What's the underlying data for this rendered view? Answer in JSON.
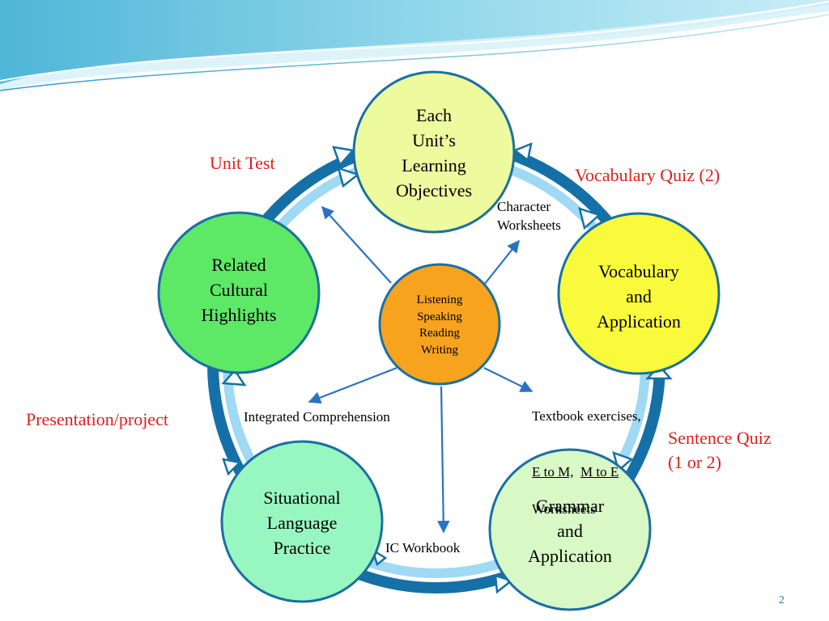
{
  "nodes": {
    "objectives": "Each\nUnit’s\nLearning\nObjectives",
    "vocabulary": "Vocabulary\nand\nApplication",
    "grammar": "Grammar\nand\nApplication",
    "situational": "Situational\nLanguage\nPractice",
    "cultural": "Related\nCultural\nHighlights",
    "center": "Listening\nSpeaking\nReading\nWriting"
  },
  "assessments": {
    "unit_test": "Unit Test",
    "vocabulary_quiz": "Vocabulary Quiz (2)",
    "sentence_quiz": "Sentence Quiz\n(1 or 2)",
    "presentation": "Presentation/project"
  },
  "activities": {
    "character": "Character\nWorksheets",
    "textbook_line1": "Textbook exercises,",
    "textbook_em": "E to M,",
    "textbook_me": "M to E",
    "textbook_line3": "Worksheets",
    "integrated": "Integrated Comprehension",
    "ic_workbook": "IC Workbook"
  },
  "slide_number": "2",
  "colors": {
    "objectives_fill": "#eefa9e",
    "vocabulary_fill": "#fafa3c",
    "grammar_fill": "#d8f8c6",
    "situational_fill": "#98f7c0",
    "cultural_fill": "#5de865",
    "center_fill": "#f8a31e",
    "node_border": "#1b6fa3",
    "ring_dark": "#1570a8",
    "ring_light": "#9fd9f3",
    "arrow_blue": "#2b72c2",
    "label_red": "#e0201c"
  }
}
